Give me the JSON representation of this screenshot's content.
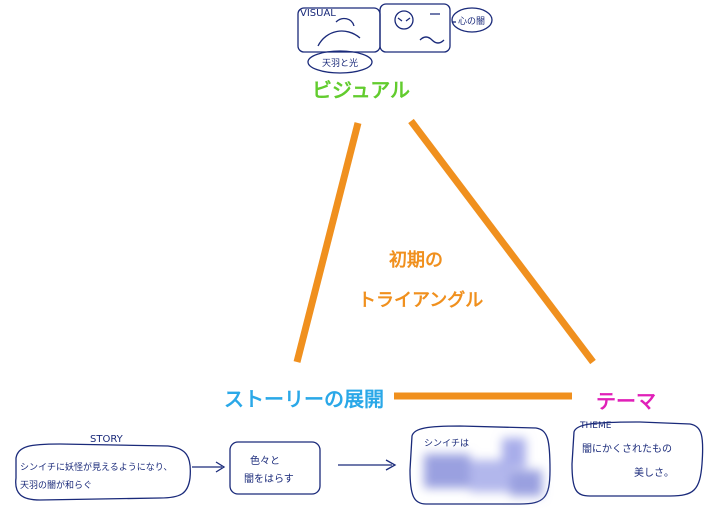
{
  "vertices": {
    "visual": {
      "label": "ビジュアル",
      "color": "#62cc2e"
    },
    "story": {
      "label": "ストーリーの展開",
      "color": "#2aa8e8"
    },
    "theme": {
      "label": "テーマ",
      "color": "#e020b8"
    }
  },
  "center": {
    "line1": "初期の",
    "line2": "トライアングル",
    "color": "#f0901e"
  },
  "edge_color": "#f0901e",
  "ink_color": "#1a2a7a",
  "sketches": {
    "visual_top": {
      "label": "VISUAL",
      "note_left": "天羽と光",
      "note_right": "心の闇"
    },
    "story_box": {
      "title": "STORY",
      "line1": "シンイチに妖怪が見えるようになり、",
      "line2": "天羽の闇が和らぐ"
    },
    "middle_box": {
      "line1": "色々と",
      "line2": "闇をはらす"
    },
    "blurred_box": {
      "title": "シンイチは"
    },
    "theme_box": {
      "title": "THEME",
      "line1": "闇にかくされたもの",
      "line2": "美しさ。"
    }
  }
}
